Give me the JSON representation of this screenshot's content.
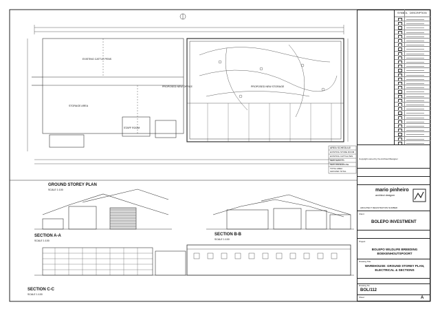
{
  "drawing": {
    "plan_title": "GROUND STOREY PLAN",
    "plan_scale": "SCALE 1:100",
    "section_a_title": "SECTION A-A",
    "section_a_scale": "SCALE 1:100",
    "section_b_title": "SECTION B-B",
    "section_b_scale": "SCALE 1:100",
    "section_c_title": "SECTION C-C",
    "section_c_scale": "SCALE 1:100",
    "rooms": {
      "existing_cattle_pen": "EXISTING CATTLE PENS",
      "proposed_new_storage": "PROPOSED NEW STORAGE",
      "proposed_new_office": "PROPOSED NEW OFFICE",
      "storage_area": "STORAGE AREA",
      "staff_room": "STAFF ROOM"
    },
    "schedule": {
      "title": "AREA SCHEDULE",
      "rows": [
        "EXISTING STORE ROOM",
        "EXISTING CATTLE PEN",
        "NEW LEAN-TO",
        "NEW WAREHOUSE",
        "TOTAL AREA",
        "GROUND TOTAL"
      ]
    }
  },
  "legend": {
    "header_symbol": "SYMBOL",
    "header_description": "DESCRIPTION",
    "row_count": 30
  },
  "title_block": {
    "brand_name": "mario pinheiro",
    "brand_subtitle": "architect  designer",
    "brand_line": "ARCHITECT REGISTRATION NUMBER",
    "client_label": "Client",
    "client": "BOLEPO INVESTMENT",
    "project_label": "Project",
    "project": "BOLEPO WILDLIFE BREEDING BOEKENHOUTSPOORT",
    "title_label": "Drawing Title",
    "title": "WAREHOUSE: GROUND STOREY PLAN, ELECTRICAL & SECTIONS",
    "drawing_no_label": "Drawing No.",
    "drawing_no": "BOL/112",
    "sheet_label": "Sheet",
    "revision": "A",
    "copyright": "Copyright owned by the Architect/Designer"
  }
}
